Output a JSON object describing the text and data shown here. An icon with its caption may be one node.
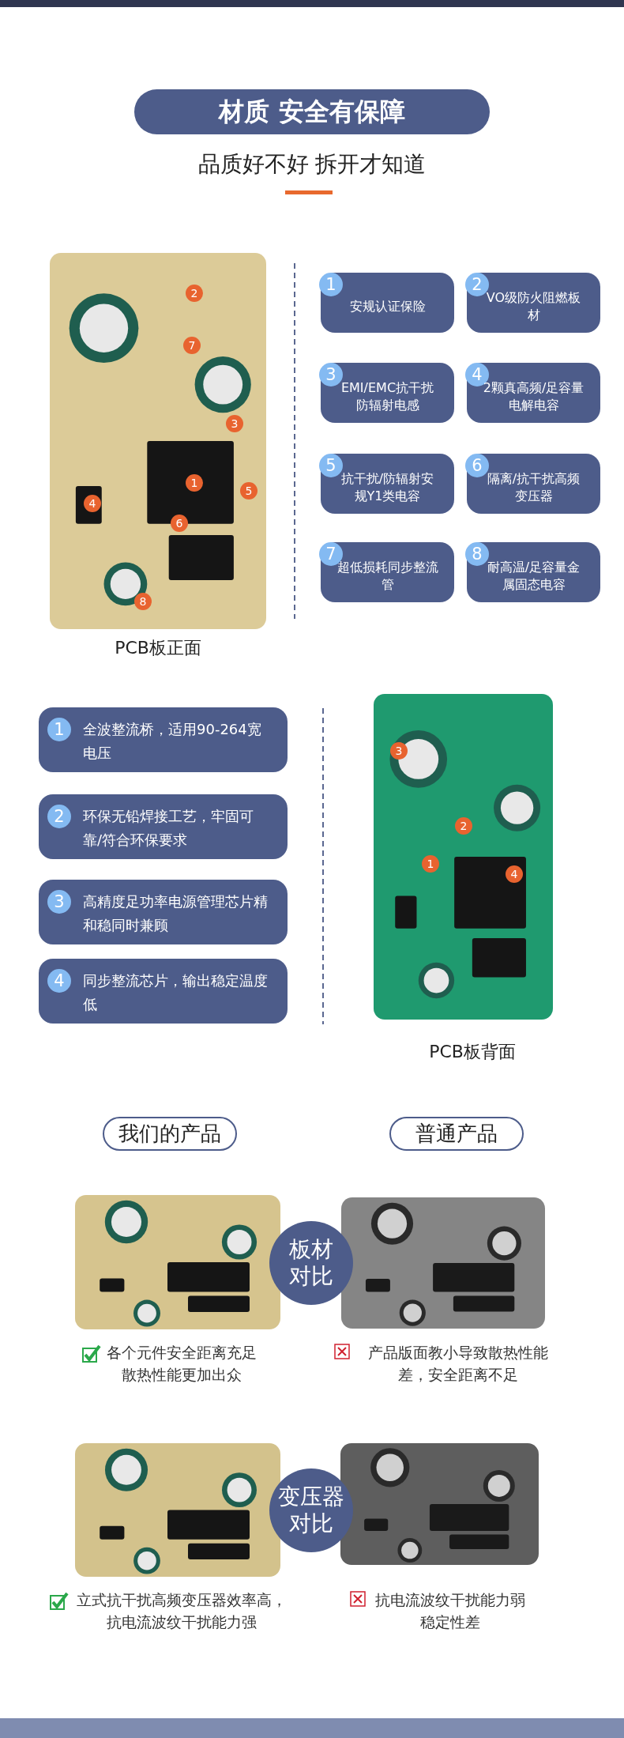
{
  "diagram": {
    "title": "材质 安全有保障",
    "nodes": [
      {
        "text": [],
        "shape": "picture",
        "beside": [
          "PCB板正面"
        ]
      },
      {
        "text": [
          "1",
          "安规认证保险"
        ]
      },
      {
        "text": [
          "2",
          "VO级防火阻燃板材"
        ]
      },
      {
        "text": [
          "3",
          "EMI/EMC抗干扰防辐射电感"
        ]
      },
      {
        "text": [
          "4",
          "2颗真高频/足容量电解电容"
        ]
      },
      {
        "text": [
          "5",
          "抗干扰/防辐射安规Y1类电容"
        ]
      },
      {
        "text": [
          "6",
          "隔离/抗干扰高频变压器"
        ]
      },
      {
        "text": [
          "7",
          "超低损耗同步整流管"
        ]
      },
      {
        "text": [
          "8",
          "耐高温/足容量金属固态电容"
        ]
      },
      {
        "text": [
          "1",
          "全波整流桥，适用90-264宽电压"
        ]
      },
      {
        "text": [
          "2",
          "环保无铅焊接工艺，牢固可靠/符合环保要求"
        ]
      },
      {
        "text": [
          "3",
          "高精度足功率电源管理芯片精和稳同时兼顾"
        ]
      },
      {
        "text": [
          "4",
          "同步整流芯片，输出稳定温度低"
        ]
      },
      {
        "text": [],
        "shape": "picture",
        "beside": [
          "PCB板背面"
        ]
      },
      {
        "text": [
          "我们的产品"
        ]
      },
      {
        "text": [
          "普通产品"
        ]
      },
      {
        "text": [],
        "shape": "picture",
        "beside": [
          "各个元件安全距离充足散热性能更加出众"
        ]
      },
      {
        "text": [
          "板材对比"
        ]
      },
      {
        "text": [],
        "shape": "picture",
        "beside": [
          "产品版面教小导致散热性能差，安全距离不足"
        ]
      },
      {
        "text": [],
        "shape": "picture",
        "beside": [
          "立式抗干扰高频变压器效率高，抗电流波纹干扰能力强"
        ]
      },
      {
        "text": [
          "变压器对比"
        ]
      },
      {
        "text": [],
        "shape": "picture",
        "beside": [
          "抗电流波纹干扰能力弱稳定性差"
        ]
      }
    ],
    "labels": [
      "品质好不好 拆开才知道",
      "2",
      "7",
      "3",
      "1",
      "5",
      "4",
      "6",
      "8",
      "3",
      "2",
      "1",
      "4"
    ]
  }
}
